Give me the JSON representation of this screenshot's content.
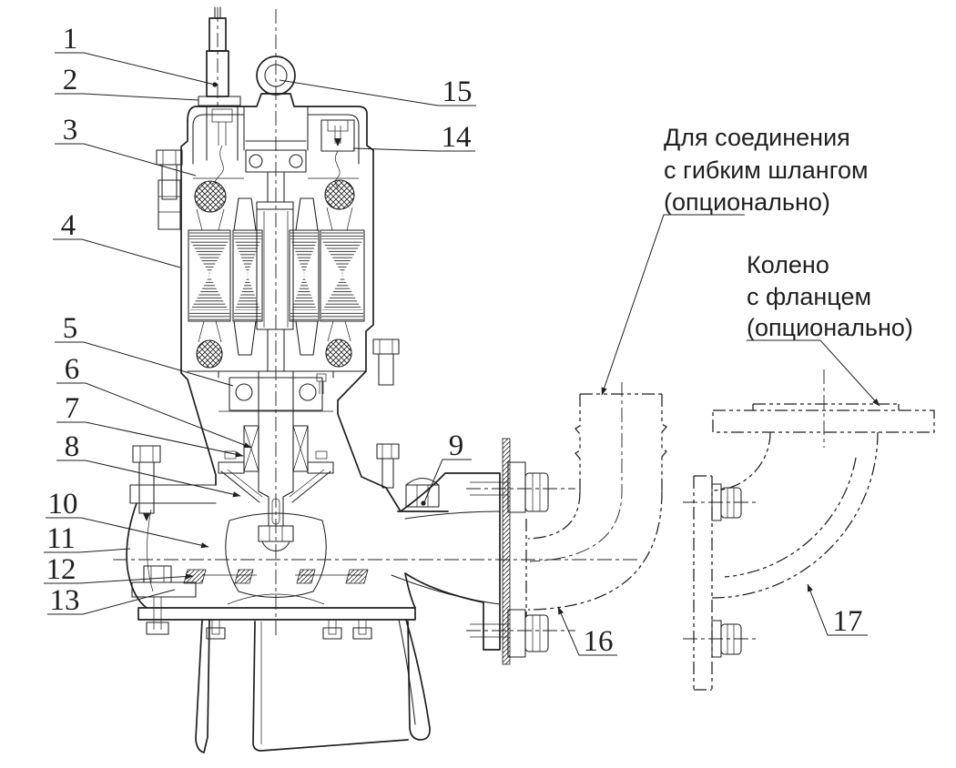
{
  "figure": {
    "kind": "technical cross-section diagram",
    "background": "#ffffff"
  },
  "colors": {
    "line": "#1f1f1f",
    "background": "#ffffff"
  },
  "callouts": [
    {
      "label": "1"
    },
    {
      "label": "2"
    },
    {
      "label": "3"
    },
    {
      "label": "4"
    },
    {
      "label": "5"
    },
    {
      "label": "6"
    },
    {
      "label": "7"
    },
    {
      "label": "8"
    },
    {
      "label": "9"
    },
    {
      "label": "10"
    },
    {
      "label": "11"
    },
    {
      "label": "12"
    },
    {
      "label": "13"
    },
    {
      "label": "14"
    },
    {
      "label": "15"
    },
    {
      "label": "16"
    },
    {
      "label": "17"
    }
  ],
  "annotations": {
    "hose_connection": {
      "lines": [
        "Для соединения",
        "с гибким шлангом",
        "(опционально)"
      ]
    },
    "flanged_elbow": {
      "lines": [
        "Колено",
        "с фланцем",
        "(опционально)"
      ]
    }
  }
}
